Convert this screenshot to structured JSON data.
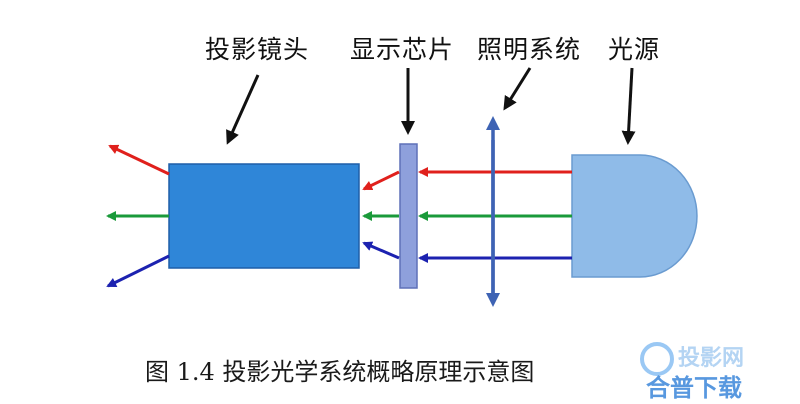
{
  "labels": {
    "projection_lens": "投影镜头",
    "display_chip": "显示芯片",
    "illumination_system": "照明系统",
    "light_source": "光源"
  },
  "caption": "图 1.4  投影光学系统概略原理示意图",
  "watermark": {
    "top_text": "投影网",
    "bottom_text": "合普下载"
  },
  "colors": {
    "red_ray": "#e0201c",
    "green_ray": "#1a9a3a",
    "blue_ray": "#1c22b0",
    "lens_block": "#2f86d8",
    "chip_plate": "#8ea0dc",
    "illum_axis": "#3e63b4",
    "source": "#8fbbe8"
  }
}
